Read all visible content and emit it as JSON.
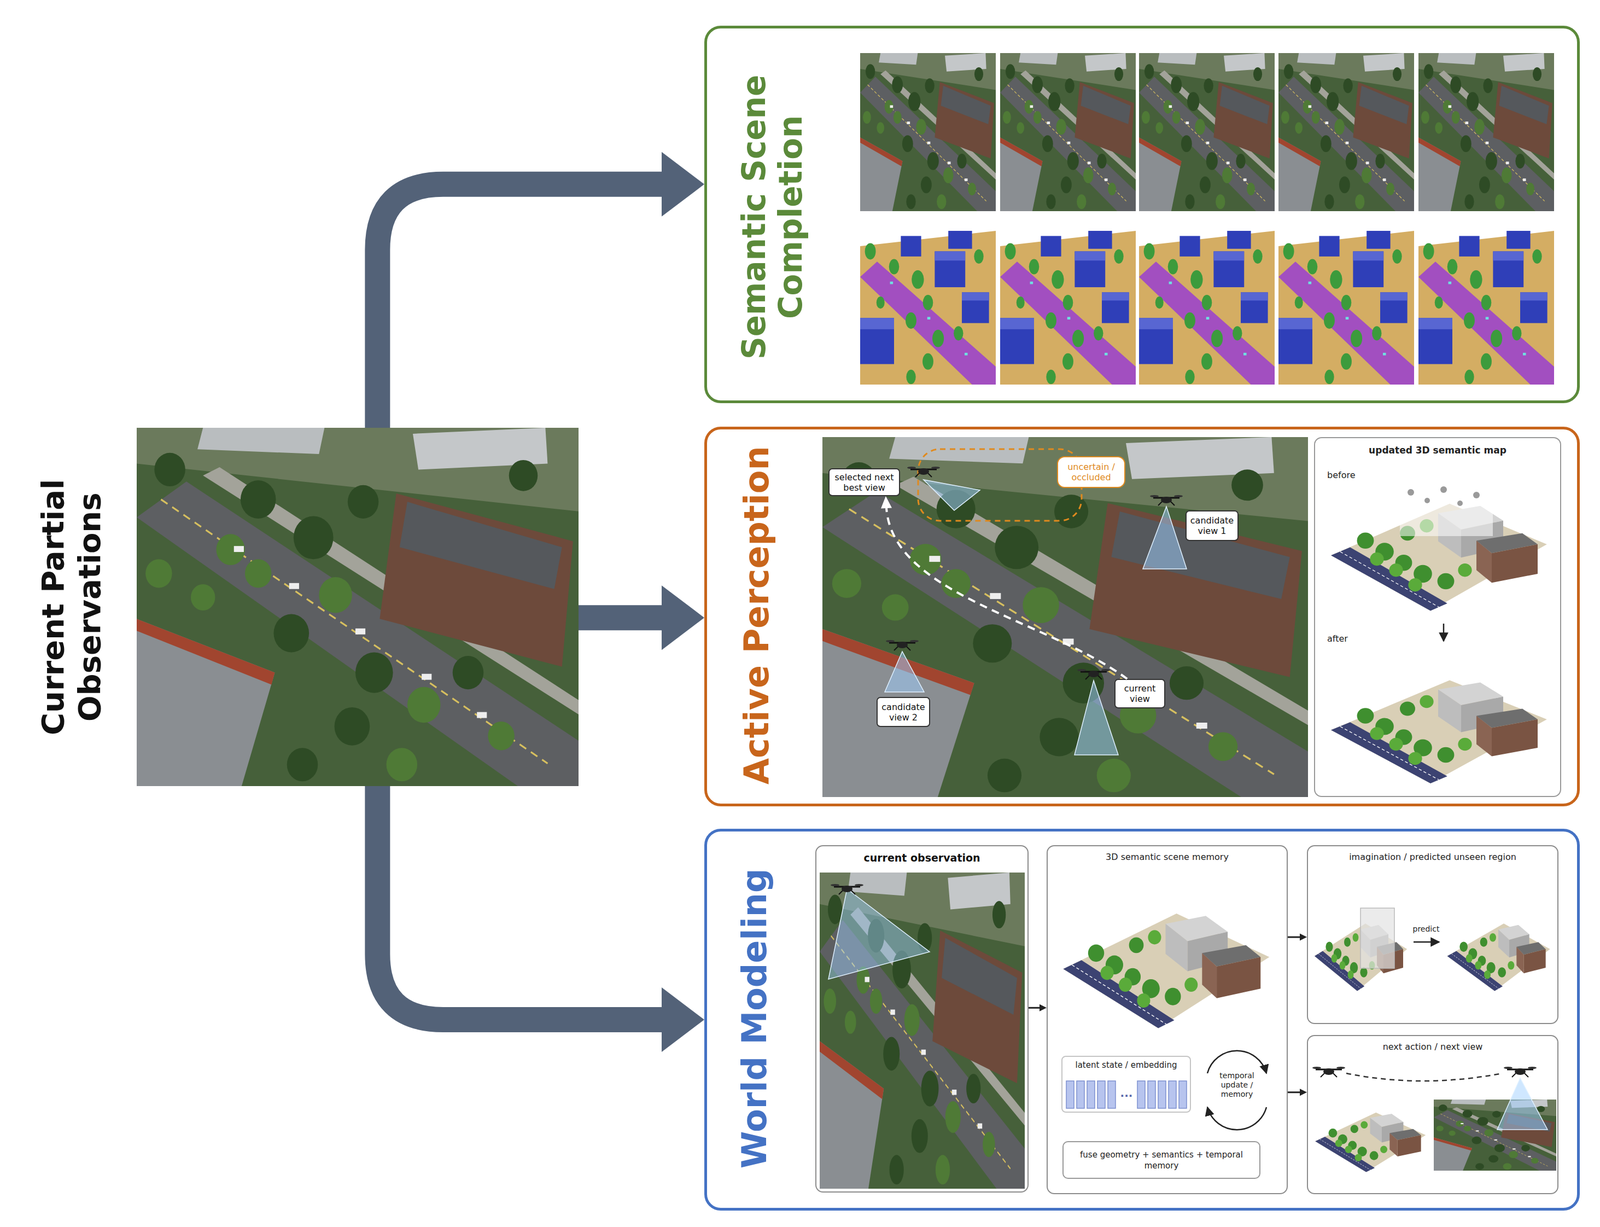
{
  "diagram": {
    "nodes": [
      {
        "text": [
          "Current Partial Observations"
        ]
      },
      {
        "text": [
          "Semantic Scene Completion"
        ]
      },
      {
        "text": [
          "Active Perception"
        ]
      },
      {
        "text": [
          "selected next best view"
        ],
        "in": 2
      },
      {
        "text": [
          "uncertain / occluded"
        ],
        "in": 2
      },
      {
        "text": [
          "candidate view 1"
        ],
        "in": 2
      },
      {
        "text": [
          "current view"
        ],
        "in": 2
      },
      {
        "text": [
          "candidate view 2"
        ],
        "in": 2
      },
      {
        "text": [
          "updated 3D semantic map",
          "before",
          "after"
        ],
        "in": 2
      },
      {
        "text": [
          "World Modeling"
        ]
      },
      {
        "text": [
          "current observation"
        ],
        "in": 9
      },
      {
        "text": [
          "3D semantic scene memory"
        ],
        "in": 9
      },
      {
        "text": [
          "latent state / embedding"
        ],
        "in": 11
      },
      {
        "text": [
          "fuse geometry + semantics + temporal memory"
        ],
        "in": 11
      },
      {
        "text": [
          "imagination / predicted unseen region"
        ],
        "in": 9
      },
      {
        "text": [
          "next action / next view"
        ],
        "in": 9
      }
    ],
    "edges": [
      {
        "from": 0,
        "to": 1,
        "arrow": "to"
      },
      {
        "from": 0,
        "to": 2,
        "arrow": "to"
      },
      {
        "from": 0,
        "to": 9,
        "arrow": "to"
      },
      {
        "from": 6,
        "to": 3,
        "arrow": "to"
      },
      {
        "from": 10,
        "to": 11,
        "arrow": "to"
      },
      {
        "from": 11,
        "to": 14,
        "arrow": "to"
      },
      {
        "from": 11,
        "to": 15,
        "arrow": "to"
      }
    ],
    "labels": [
      "temporal update / memory",
      "predict",
      "..."
    ]
  }
}
